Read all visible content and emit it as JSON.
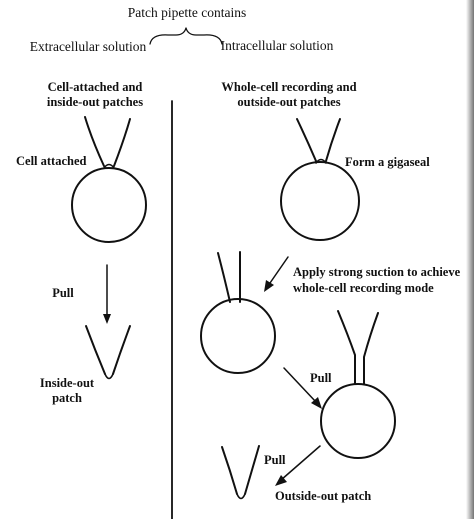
{
  "heading": {
    "title": "Patch pipette contains",
    "left": "Extracellular solution",
    "right": "Intracellular solution"
  },
  "left_column": {
    "title_line1": "Cell-attached and",
    "title_line2": "inside-out patches",
    "cell_attached": "Cell attached",
    "pull": "Pull",
    "result_line1": "Inside-out",
    "result_line2": "patch"
  },
  "right_column": {
    "title_line1": "Whole-cell recording and",
    "title_line2": "outside-out patches",
    "gigaseal": "Form a gigaseal",
    "suction_line1": "Apply strong suction to achieve",
    "suction_line2": "whole-cell recording mode",
    "pull_1": "Pull",
    "pull_2": "Pull",
    "result": "Outside-out patch"
  },
  "colors": {
    "ink": "#111111",
    "paper": "#ffffff"
  }
}
